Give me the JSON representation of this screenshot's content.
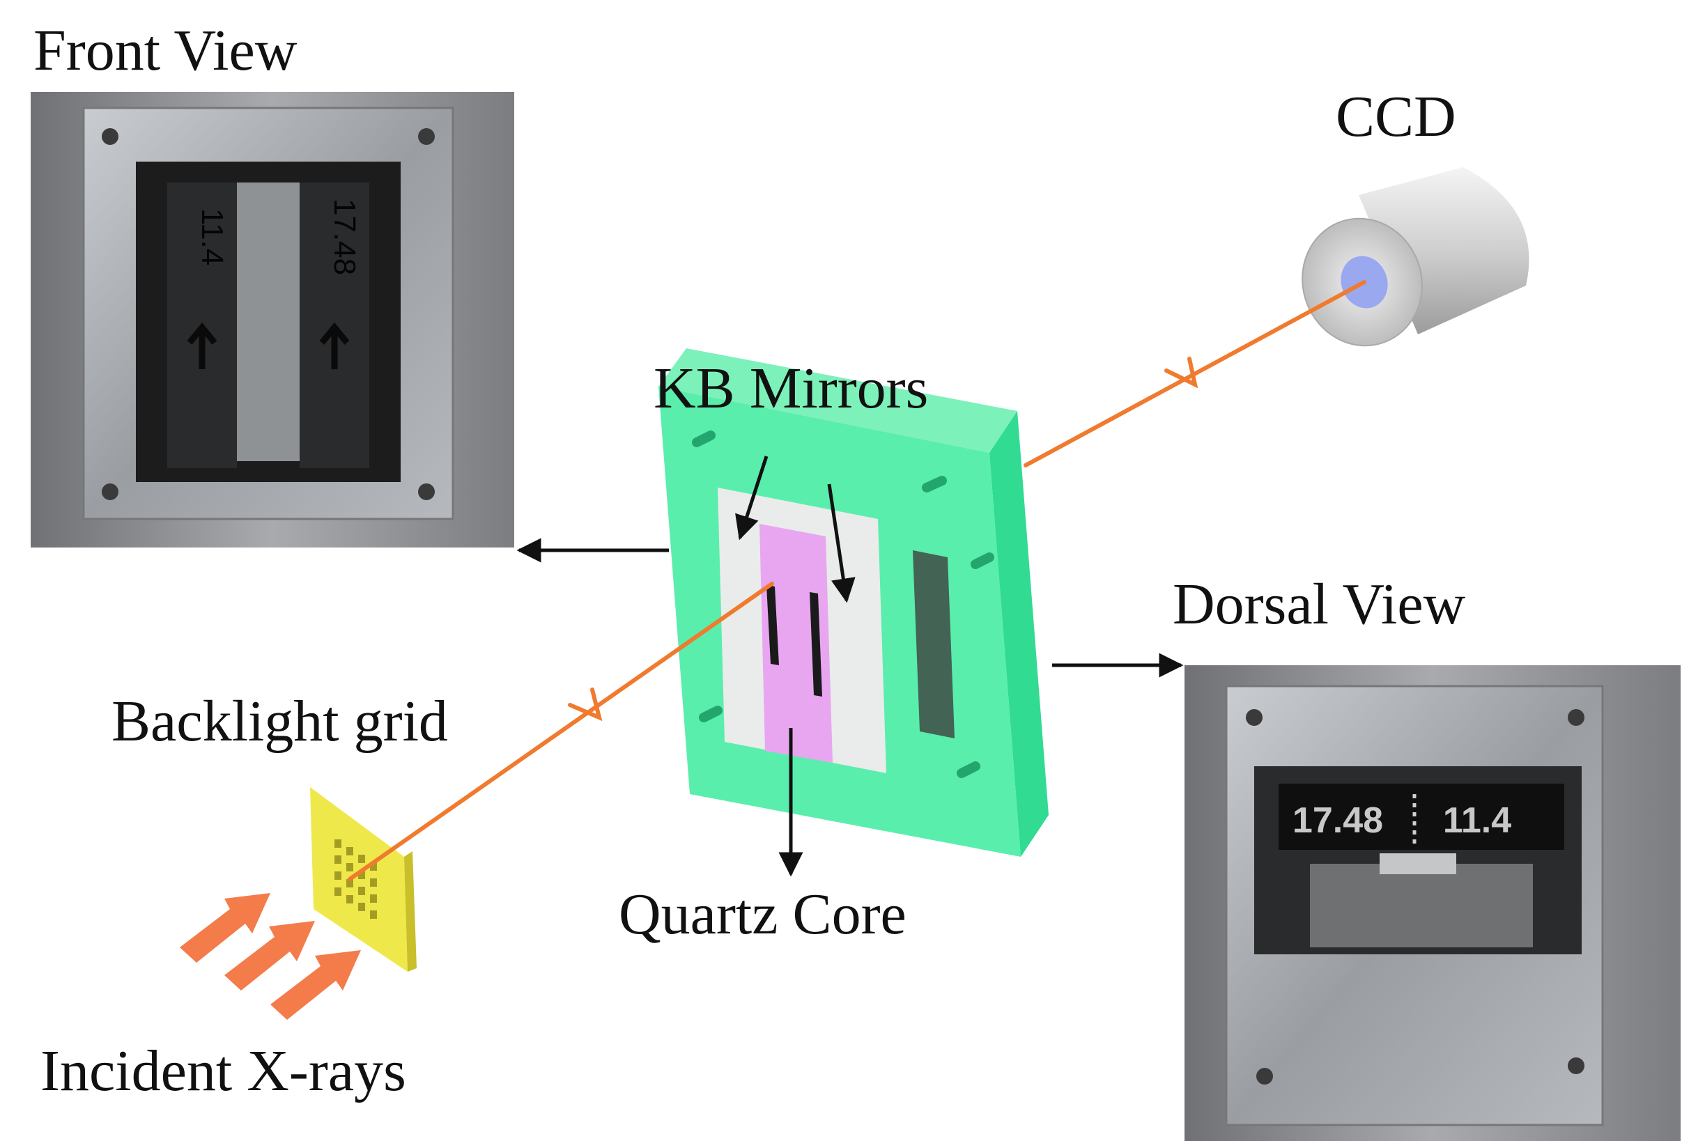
{
  "labels": {
    "front_view": "Front View",
    "ccd": "CCD",
    "kb_mirrors": "KB Mirrors",
    "dorsal_view": "Dorsal View",
    "backlight_grid": "Backlight grid",
    "quartz_core": "Quartz Core",
    "incident_xrays": "Incident X-rays"
  },
  "photo_marks": {
    "front_left": "11.4",
    "front_right": "17.48",
    "dorsal_left": "17.48",
    "dorsal_right": "11.4"
  },
  "colors": {
    "beam": "#f07a2e",
    "arrow": "#111111",
    "housing": "#1ee68c",
    "quartz_core": "#e8a6f0",
    "backlight_grid": "#efe84a",
    "ccd_sensor": "#9aa8f0",
    "xray_arrows": "#f47b4a",
    "metal_frame": "#9a9ea3"
  }
}
